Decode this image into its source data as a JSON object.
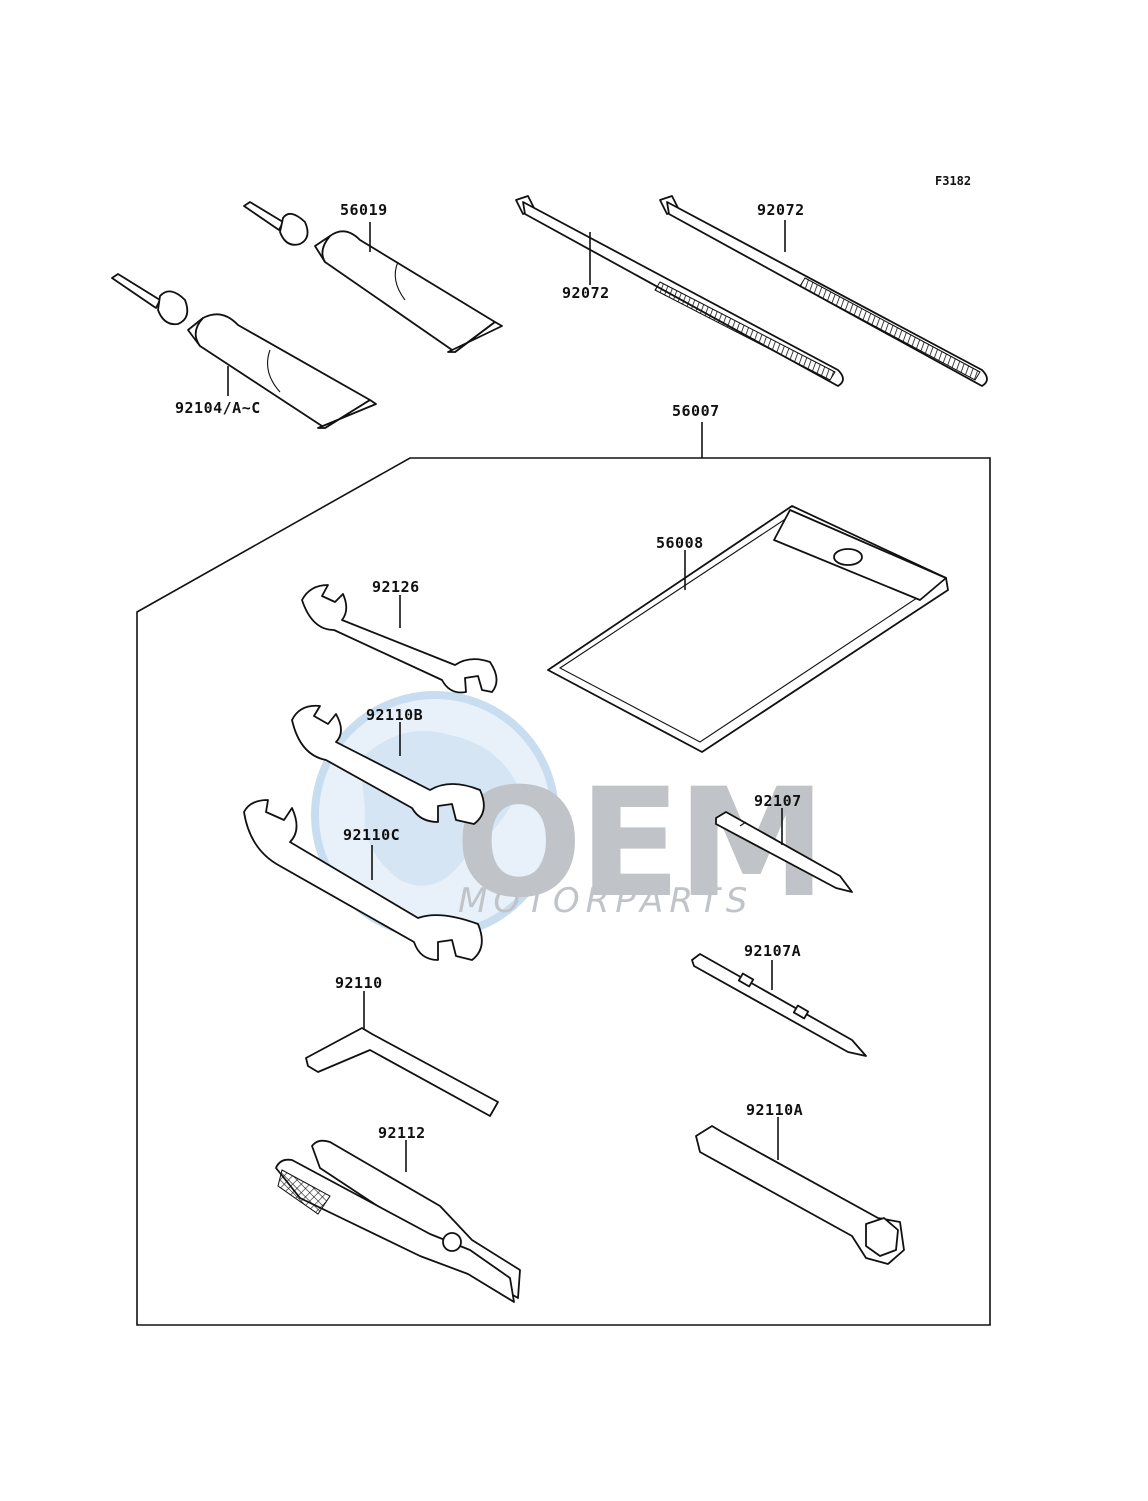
{
  "figure_ref": "F3182",
  "watermark": {
    "logo": "OEM",
    "tagline": "MOTORPARTS",
    "logo_color": "#9aa0a6",
    "globe_color": "#bcd6ee"
  },
  "labels": {
    "p56019": "56019",
    "p92104": "92104/A~C",
    "p92072_left": "92072",
    "p92072_right": "92072",
    "p56007": "56007",
    "p56008": "56008",
    "p92126": "92126",
    "p92110B": "92110B",
    "p92110C": "92110C",
    "p92107": "92107",
    "p92107A": "92107A",
    "p92110": "92110",
    "p92110A": "92110A",
    "p92112": "92112"
  }
}
